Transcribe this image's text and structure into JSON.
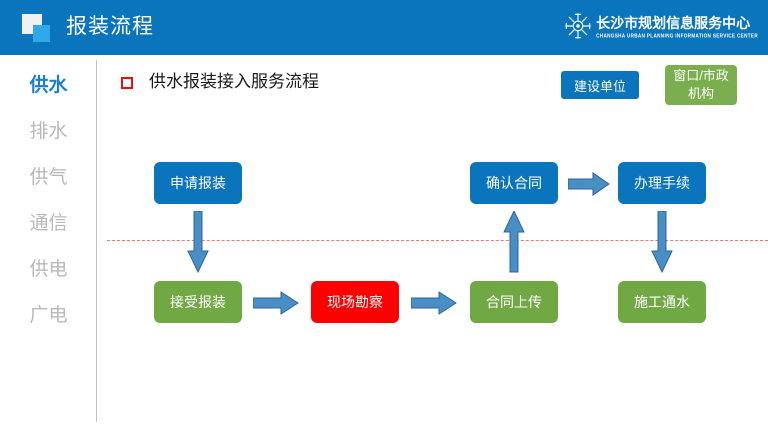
{
  "header": {
    "title": "报装流程",
    "logo_icon": "square-logo-icon",
    "brand": {
      "emblem_icon": "changsha-planning-emblem-icon",
      "name_cn": "长沙市规划信息服务中心",
      "name_en": "CHANGSHA URBAN PLANNING INFORMATION SERVICE CENTER"
    },
    "bg_color": "#0a74bd"
  },
  "sidebar": {
    "items": [
      {
        "label": "供水",
        "active": true
      },
      {
        "label": "排水",
        "active": false
      },
      {
        "label": "供气",
        "active": false
      },
      {
        "label": "通信",
        "active": false
      },
      {
        "label": "供电",
        "active": false
      },
      {
        "label": "广电",
        "active": false
      }
    ],
    "active_color": "#1a7fd4",
    "inactive_color": "#b8b8b8"
  },
  "content": {
    "bullet_icon": "red-square-bullet-icon",
    "section_title": "供水报装接入服务流程",
    "legend": [
      {
        "label": "建设单位",
        "color": "#0a74bd"
      },
      {
        "label": "窗口/市政\n机构",
        "color": "#7aae4e"
      }
    ],
    "nodes": [
      {
        "id": "apply",
        "label": "申请报装",
        "color": "#0a74bd"
      },
      {
        "id": "confirm",
        "label": "确认合同",
        "color": "#0a74bd"
      },
      {
        "id": "procedure",
        "label": "办理手续",
        "color": "#0a74bd"
      },
      {
        "id": "accept",
        "label": "接受报装",
        "color": "#70a844"
      },
      {
        "id": "survey",
        "label": "现场勘察",
        "color": "#fd0000"
      },
      {
        "id": "upload",
        "label": "合同上传",
        "color": "#70a844"
      },
      {
        "id": "water",
        "label": "施工通水",
        "color": "#70a844"
      }
    ],
    "arrows": [
      {
        "id": "apply-to-accept",
        "direction": "down",
        "icon": "arrow-down-icon"
      },
      {
        "id": "upload-to-confirm",
        "direction": "up",
        "icon": "arrow-up-icon"
      },
      {
        "id": "procedure-to-water",
        "direction": "down",
        "icon": "arrow-down-icon"
      },
      {
        "id": "accept-to-survey",
        "direction": "right",
        "icon": "arrow-right-icon"
      },
      {
        "id": "survey-to-upload",
        "direction": "right",
        "icon": "arrow-right-icon"
      },
      {
        "id": "confirm-to-procedure",
        "direction": "right",
        "icon": "arrow-right-icon"
      }
    ],
    "divider_color": "#f4736f",
    "arrow_color": "#4a8fc4"
  }
}
